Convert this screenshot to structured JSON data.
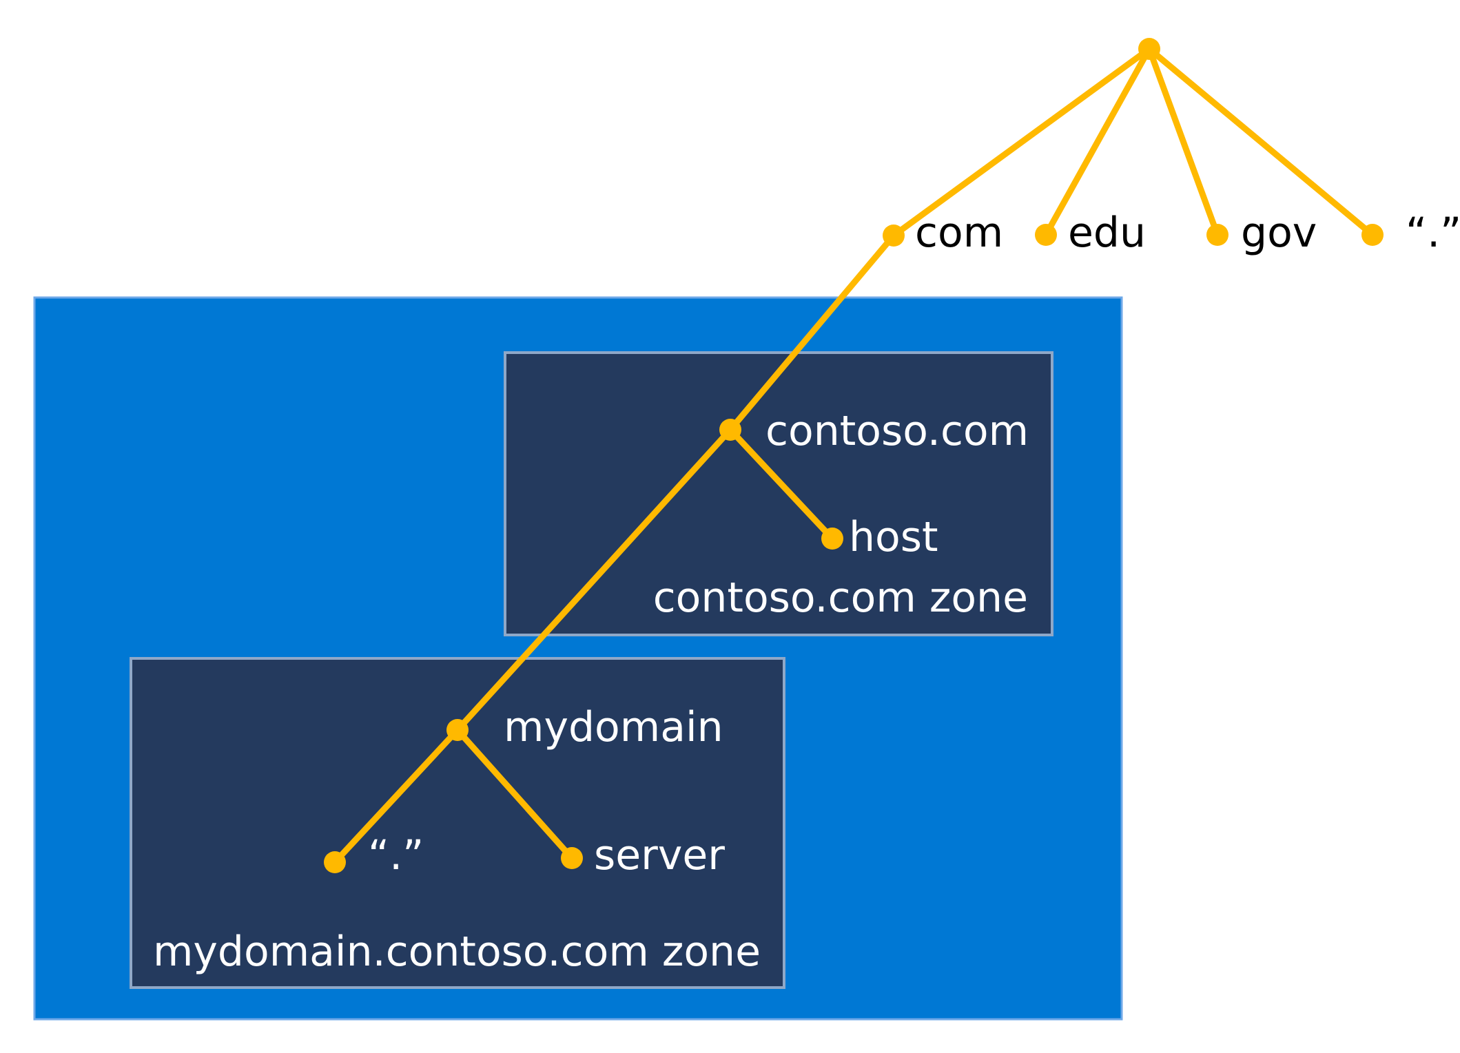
{
  "colors": {
    "outer_box_fill": "#0078D4",
    "outer_box_stroke": "#6FA8E8",
    "zone_fill": "#243A5E",
    "zone_stroke": "#8FA8C8",
    "tree": "#FFB900",
    "dark_text": "#000000",
    "light_text": "#FFFFFF"
  },
  "top_level": {
    "com": "com",
    "edu": "edu",
    "gov": "gov",
    "dot": "“.”"
  },
  "contoso_zone": {
    "domain_label": "contoso.com",
    "host_label": "host",
    "zone_label": "contoso.com zone"
  },
  "mydomain_zone": {
    "domain_label": "mydomain",
    "dot_label": "“.”",
    "server_label": "server",
    "zone_label": "mydomain.contoso.com zone"
  }
}
